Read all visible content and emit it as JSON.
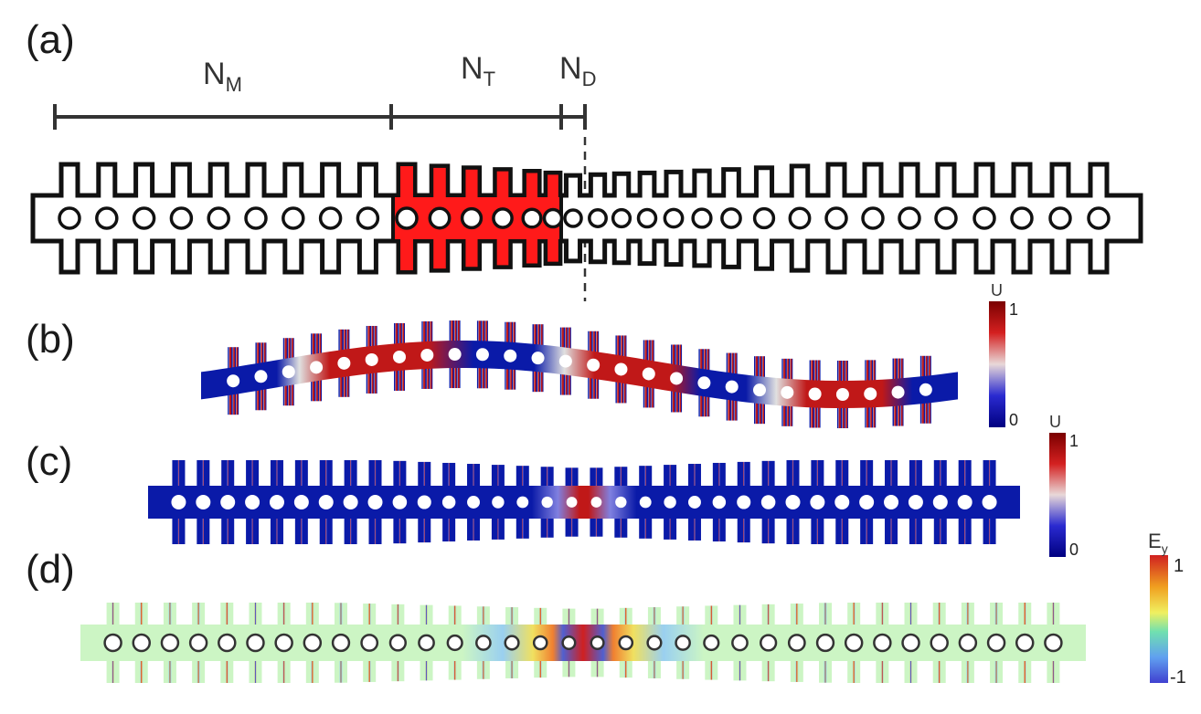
{
  "panels": [
    {
      "id": "a",
      "label": "(a)"
    },
    {
      "id": "b",
      "label": "(b)"
    },
    {
      "id": "c",
      "label": "(c)"
    },
    {
      "id": "d",
      "label": "(d)"
    }
  ],
  "segments": {
    "mirror": {
      "main": "N",
      "sub": "M"
    },
    "taper": {
      "main": "N",
      "sub": "T"
    },
    "defect": {
      "main": "N",
      "sub": "D"
    }
  },
  "colorbars": {
    "b": {
      "title": "U",
      "max": "1",
      "min": "0",
      "colors": [
        "#7a0000",
        "#d42020",
        "#e8d8d8",
        "#2a2ad0",
        "#000080"
      ]
    },
    "c": {
      "title": "U",
      "max": "1",
      "min": "0",
      "colors": [
        "#7a0000",
        "#d42020",
        "#e8d8d8",
        "#2a2ad0",
        "#000080"
      ]
    },
    "d": {
      "title_main": "E",
      "title_sub": "y",
      "max": "1",
      "min": "-1",
      "colors": [
        "#d02020",
        "#f0a020",
        "#f0f060",
        "#70e0b0",
        "#60a0f0",
        "#4040d0"
      ]
    }
  },
  "colors": {
    "outline": "#111111",
    "taper_fill": "#ff1a1a",
    "mech_blue": "#0a1aa8",
    "mech_red": "#c01818",
    "optical_bg": "#ccf5c4"
  }
}
